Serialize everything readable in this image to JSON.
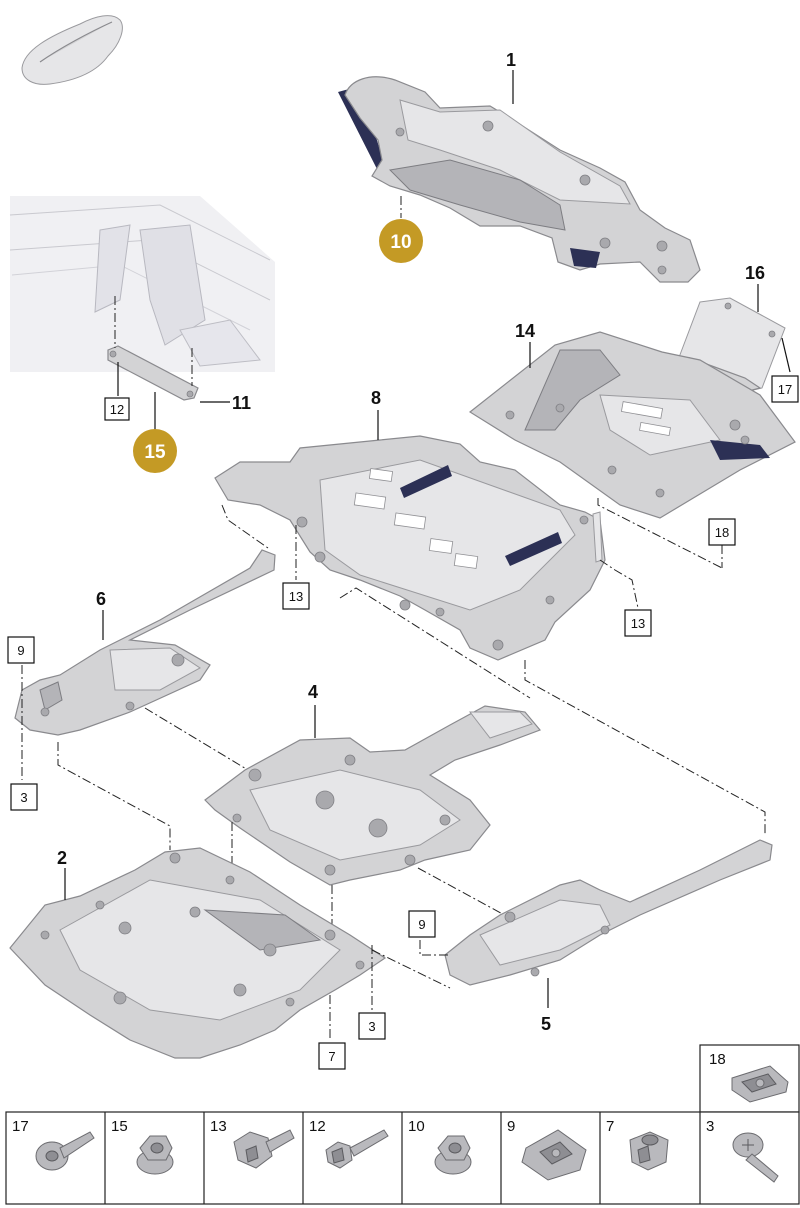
{
  "callouts": {
    "c1": "1",
    "c2": "2",
    "c4": "4",
    "c5": "5",
    "c6": "6",
    "c8": "8",
    "c11": "11",
    "c14": "14",
    "c16": "16"
  },
  "ref_boxes": {
    "b12": "12",
    "b17": "17",
    "b18": "18",
    "b13a": "13",
    "b13b": "13",
    "b9a": "9",
    "b3a": "3",
    "b9b": "9",
    "b3b": "3",
    "b7": "7"
  },
  "badges": {
    "g10": "10",
    "g15": "15"
  },
  "hardware_grid": {
    "cells": [
      {
        "label": "17",
        "icon": "screw-washer-icon"
      },
      {
        "label": "15",
        "icon": "flange-nut-icon"
      },
      {
        "label": "13",
        "icon": "bolt-icon"
      },
      {
        "label": "12",
        "icon": "long-bolt-icon"
      },
      {
        "label": "10",
        "icon": "flange-nut-icon"
      },
      {
        "label": "9",
        "icon": "spring-clip-icon"
      },
      {
        "label": "7",
        "icon": "expansion-nut-icon"
      },
      {
        "label": "3",
        "icon": "pan-screw-icon"
      }
    ],
    "top_cell": {
      "label": "18",
      "icon": "clip-nut-icon"
    }
  },
  "colors": {
    "badge": "#c49a25",
    "part": "#d3d3d5",
    "accent": "#2c3055"
  }
}
